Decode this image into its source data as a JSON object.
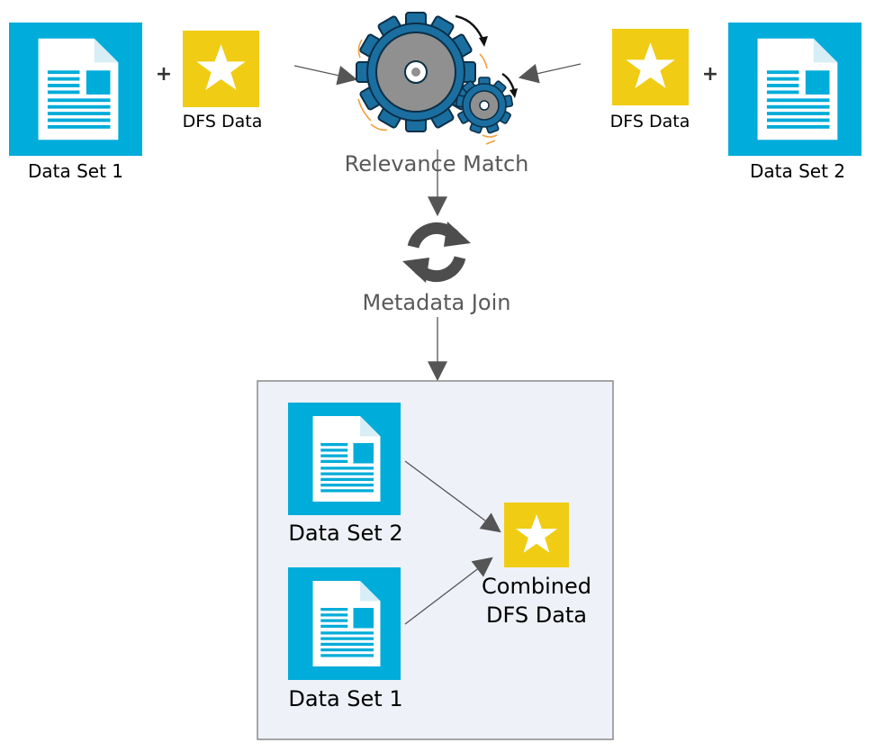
{
  "left_source": {
    "dataset_label": "Data Set 1",
    "dfs_label": "DFS Data",
    "plus": "+"
  },
  "right_source": {
    "dataset_label": "Data Set 2",
    "dfs_label": "DFS Data",
    "plus": "+"
  },
  "steps": {
    "relevance_match": "Relevance Match",
    "metadata_join": "Metadata Join"
  },
  "result": {
    "dataset_top_label": "Data Set 2",
    "dataset_bottom_label": "Data Set 1",
    "combined_line1": "Combined",
    "combined_line2": "DFS Data"
  },
  "colors": {
    "doc_blue": "#00acd9",
    "star_yellow": "#f0cc14",
    "gear_blue": "#1a6fa0",
    "gear_gray": "#909090",
    "refresh_gray": "#4d4d4d",
    "panel_bg": "#eef1f7",
    "panel_border": "#8a8a8a",
    "arrow": "#555555",
    "step_text": "#595959"
  }
}
